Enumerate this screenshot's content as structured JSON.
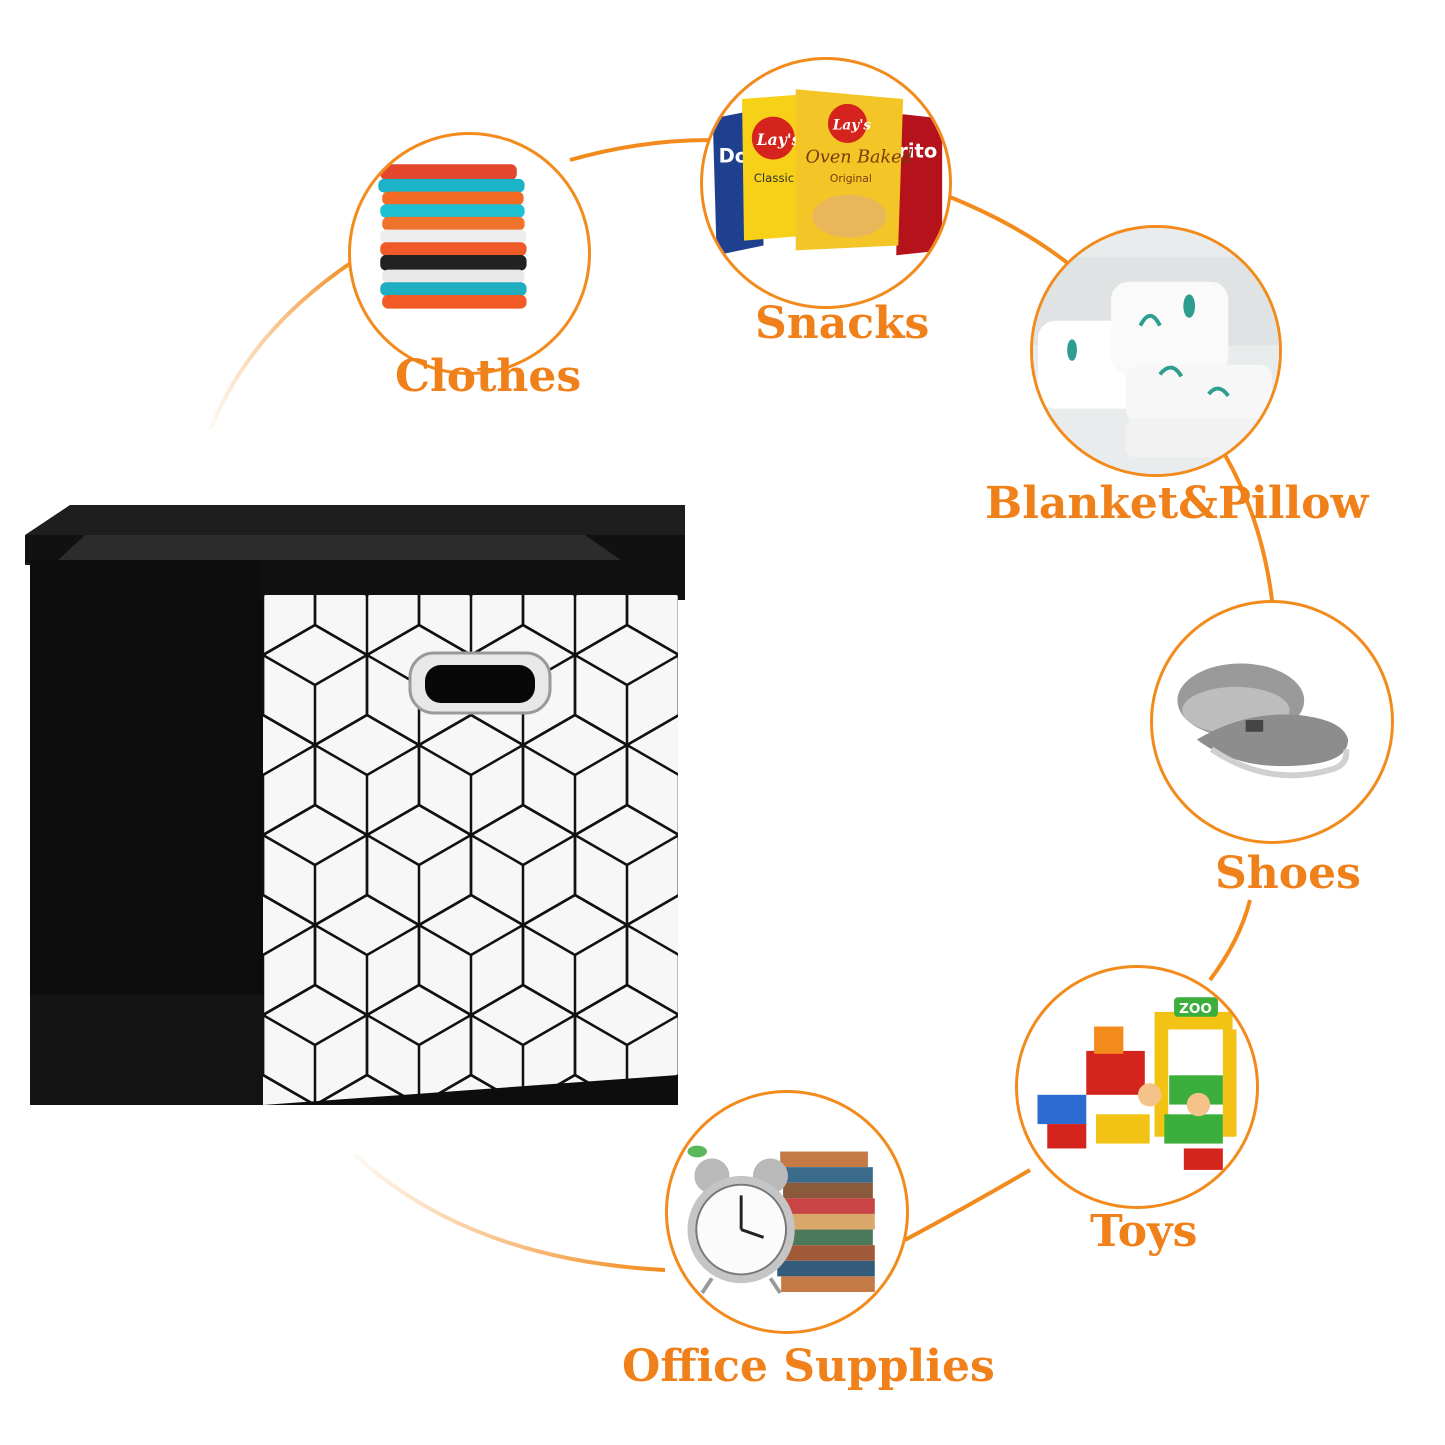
{
  "accent_color": "#f28a1c",
  "product": {
    "icon": "storage-cube-bin-icon",
    "pattern": "white-geometric-cube",
    "handle": "metal-eyelet-handle"
  },
  "categories": [
    {
      "label": "Clothes",
      "icon": "folded-clothes-icon"
    },
    {
      "label": "Snacks",
      "icon": "chip-bags-icon"
    },
    {
      "label": "Blanket&Pillow",
      "icon": "pillows-icon"
    },
    {
      "label": "Shoes",
      "icon": "slippers-icon"
    },
    {
      "label": "Toys",
      "icon": "toy-zoo-blocks-icon"
    },
    {
      "label": "Office Supplies",
      "icon": "alarm-clock-books-icon"
    }
  ],
  "snacks_packs": [
    "Do",
    "Lay's",
    "Lay's",
    "rito"
  ],
  "snacks_sub": [
    "Classic",
    "Oven Baked",
    "Original"
  ],
  "toys_sign": "ZOO"
}
